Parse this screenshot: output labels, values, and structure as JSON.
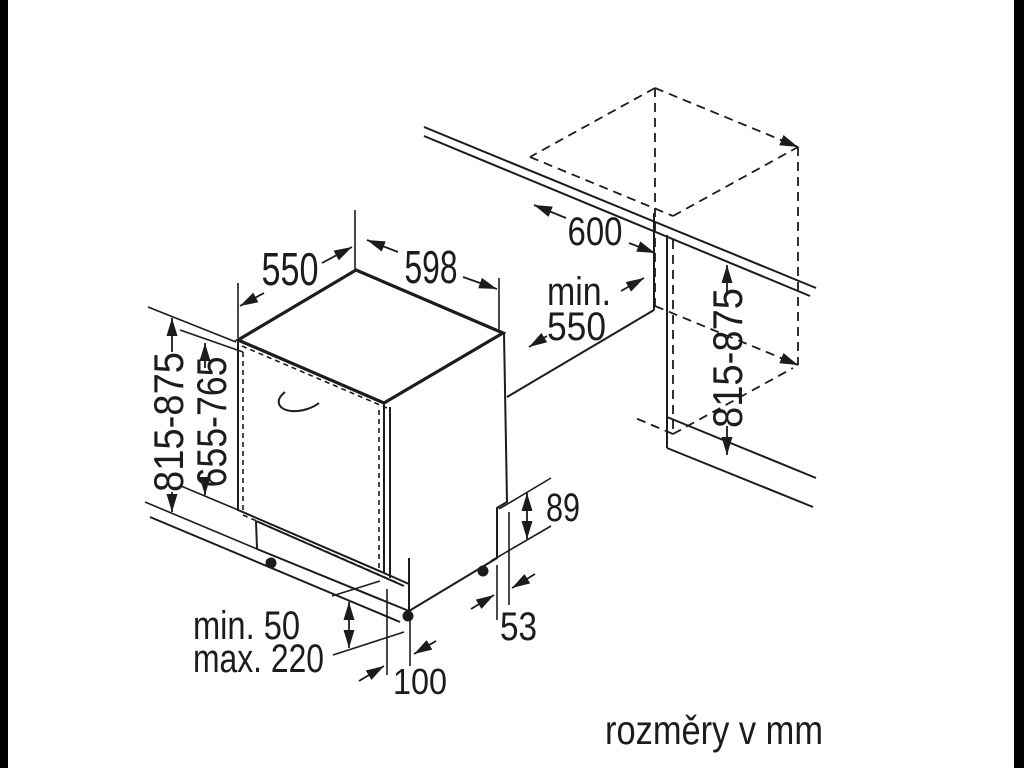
{
  "page": {
    "background": "#ffffff",
    "edge_bar_color": "#000000",
    "line_color": "#1c1c1c",
    "diagram_type": "built-in dishwasher installation dimension drawing"
  },
  "dimensions": {
    "top_depth": "550",
    "top_width": "598",
    "niche_width": "600",
    "niche_depth_min_label": "min.",
    "niche_depth_min_value": "550",
    "appliance_height_range": "815-875",
    "front_panel_height_range": "655-765",
    "niche_height_range": "815-875",
    "base_step_height": "89",
    "rear_foot_offset": "53",
    "front_foot_offset": "100",
    "plinth_clearance_min": "min. 50",
    "plinth_clearance_max": "max. 220"
  },
  "footer": {
    "unit_note": "rozměry v mm"
  }
}
